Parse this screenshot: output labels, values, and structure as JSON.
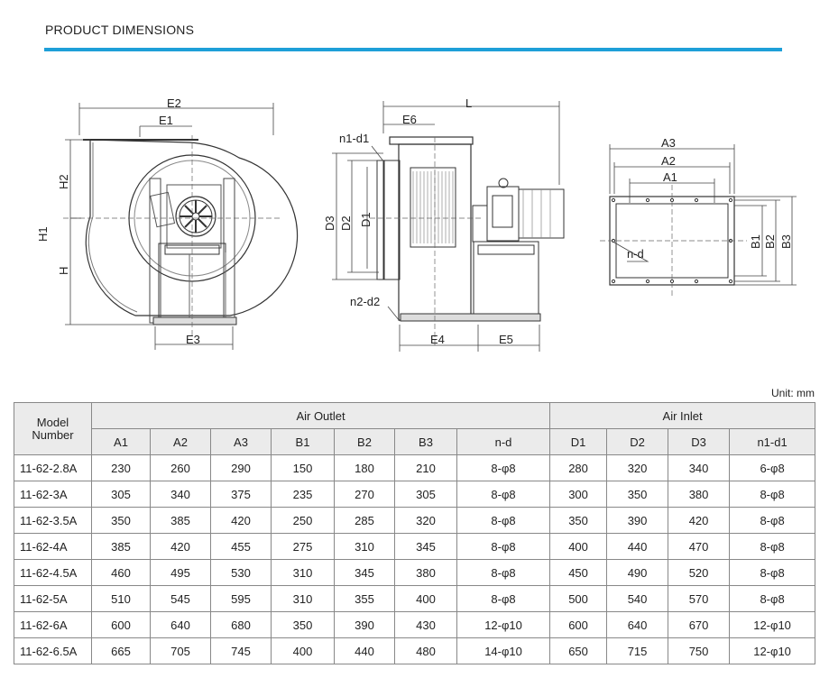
{
  "page": {
    "title": "PRODUCT DIMENSIONS",
    "unit": "Unit:  mm"
  },
  "drawings": {
    "front": {
      "E2": "E2",
      "E1": "E1",
      "E3": "E3",
      "H1": "H1",
      "H2": "H2",
      "H": "H"
    },
    "side": {
      "L": "L",
      "E6": "E6",
      "n1d1": "n1-d1",
      "D3": "D3",
      "D2": "D2",
      "D1": "D1",
      "n2d2": "n2-d2",
      "E4": "E4",
      "E5": "E5"
    },
    "flange": {
      "A3": "A3",
      "A2": "A2",
      "A1": "A1",
      "B1": "B1",
      "B2": "B2",
      "B3": "B3",
      "nd": "n-d"
    }
  },
  "table": {
    "model_header": "Model Number",
    "air_outlet": "Air Outlet",
    "air_inlet": "Air Inlet",
    "columns": [
      "A1",
      "A2",
      "A3",
      "B1",
      "B2",
      "B3",
      "n-d",
      "D1",
      "D2",
      "D3",
      "n1-d1"
    ],
    "rows": [
      [
        "11-62-2.8A",
        "230",
        "260",
        "290",
        "150",
        "180",
        "210",
        "8-φ8",
        "280",
        "320",
        "340",
        "6-φ8"
      ],
      [
        "11-62-3A",
        "305",
        "340",
        "375",
        "235",
        "270",
        "305",
        "8-φ8",
        "300",
        "350",
        "380",
        "8-φ8"
      ],
      [
        "11-62-3.5A",
        "350",
        "385",
        "420",
        "250",
        "285",
        "320",
        "8-φ8",
        "350",
        "390",
        "420",
        "8-φ8"
      ],
      [
        "11-62-4A",
        "385",
        "420",
        "455",
        "275",
        "310",
        "345",
        "8-φ8",
        "400",
        "440",
        "470",
        "8-φ8"
      ],
      [
        "11-62-4.5A",
        "460",
        "495",
        "530",
        "310",
        "345",
        "380",
        "8-φ8",
        "450",
        "490",
        "520",
        "8-φ8"
      ],
      [
        "11-62-5A",
        "510",
        "545",
        "595",
        "310",
        "355",
        "400",
        "8-φ8",
        "500",
        "540",
        "570",
        "8-φ8"
      ],
      [
        "11-62-6A",
        "600",
        "640",
        "680",
        "350",
        "390",
        "430",
        "12-φ10",
        "600",
        "640",
        "670",
        "12-φ10"
      ],
      [
        "11-62-6.5A",
        "665",
        "705",
        "745",
        "400",
        "440",
        "480",
        "14-φ10",
        "650",
        "715",
        "750",
        "12-φ10"
      ]
    ]
  },
  "colors": {
    "accent": "#1e9fd8",
    "header_bg": "#ebebeb",
    "border": "#888888"
  }
}
